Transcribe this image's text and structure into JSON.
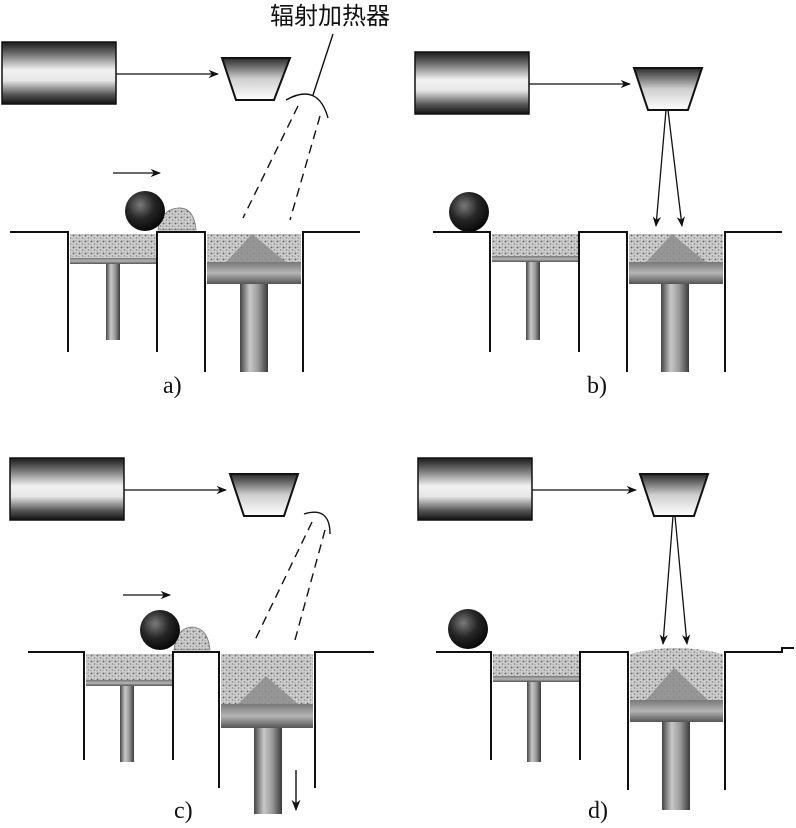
{
  "title": "辐射加热器",
  "panels": [
    {
      "id": "a",
      "label": "a)"
    },
    {
      "id": "b",
      "label": "b)"
    },
    {
      "id": "c",
      "label": "c)"
    },
    {
      "id": "d",
      "label": "d)"
    }
  ],
  "colors": {
    "ink": "#111111",
    "powder": "#c9c9c9",
    "piston": "#8a8a8a",
    "ball": "#222222"
  }
}
